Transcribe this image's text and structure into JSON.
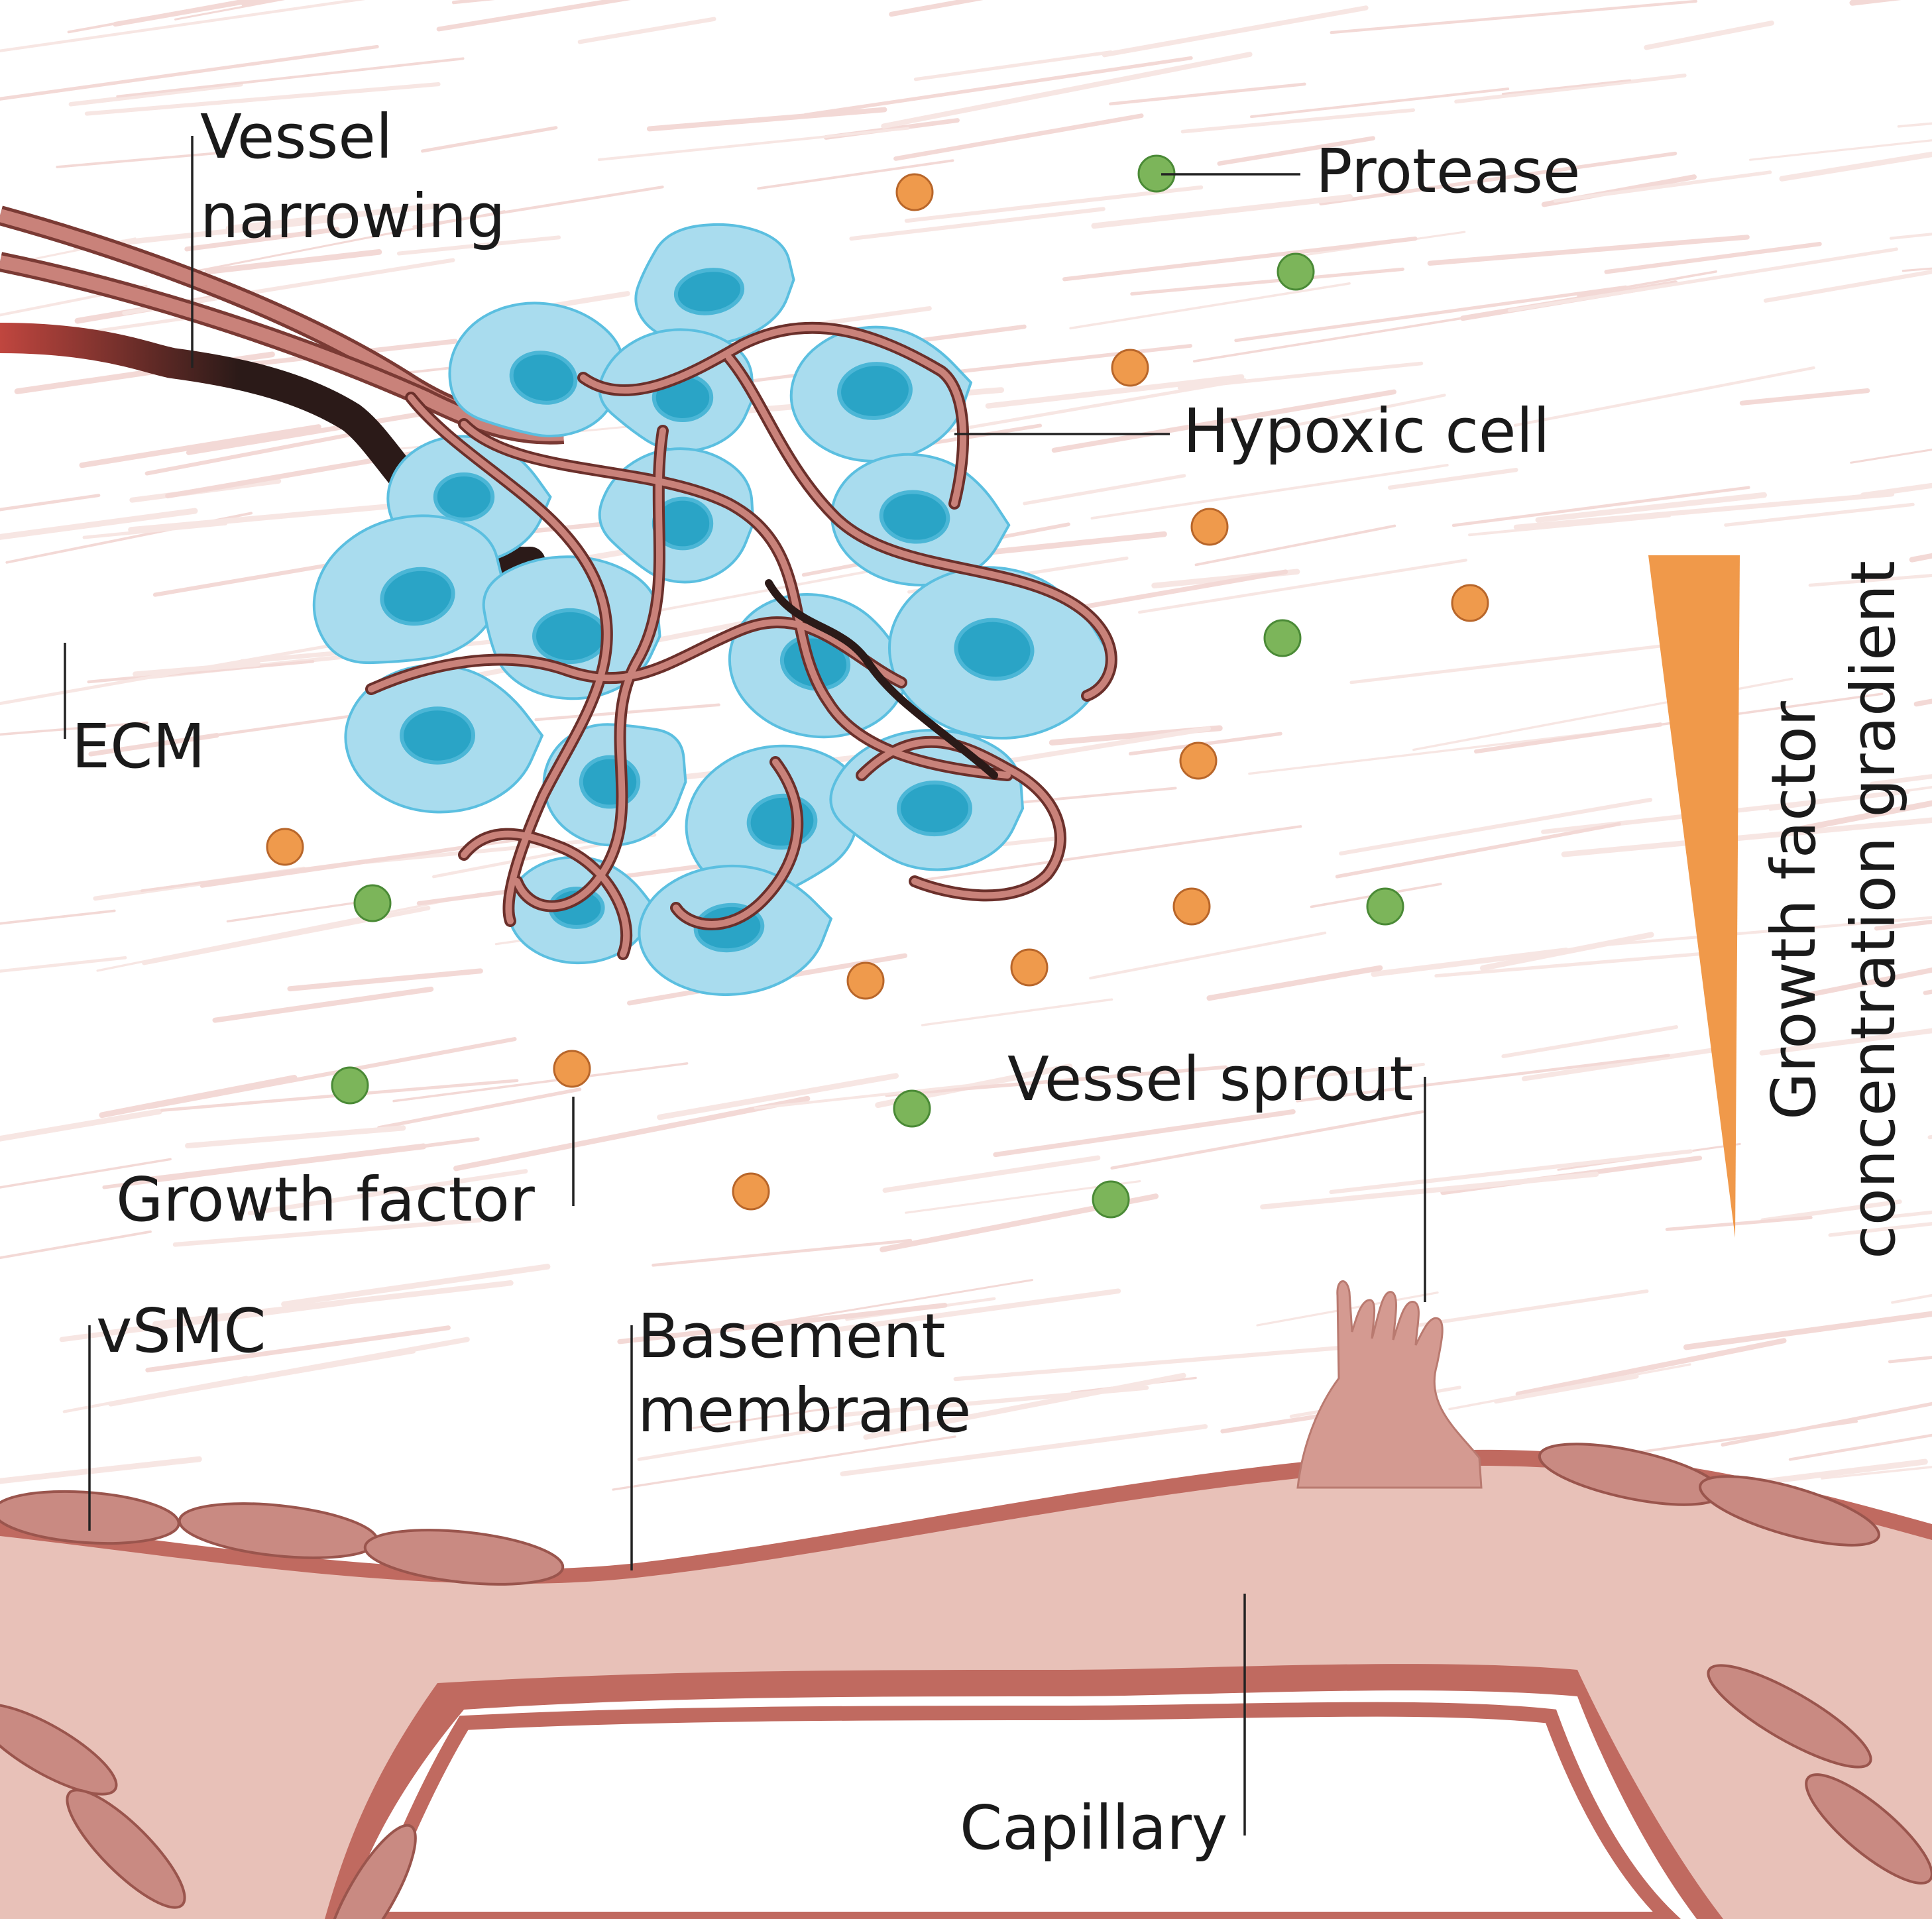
{
  "labels": {
    "vessel_narrowing_line1": "Vessel",
    "vessel_narrowing_line2": "narrowing",
    "protease": "Protease",
    "hypoxic_cell": "Hypoxic cell",
    "ecm": "ECM",
    "growth_factor": "Growth factor",
    "vessel_sprout": "Vessel sprout",
    "vsmc": "vSMC",
    "basement_membrane_line1": "Basement",
    "basement_membrane_line2": "membrane",
    "capillary": "Capillary",
    "gradient_line1": "Growth factor",
    "gradient_line2": "concentration gradient"
  },
  "colors": {
    "growth_factor": "#ef9a4c",
    "protease": "#7cb55a",
    "cell_fill": "#a9dcee",
    "cell_nucleus": "#2aa4c6",
    "vessel_wall": "#c06a60",
    "capillary_lumen": "#e8c1b8",
    "gradient": "#f0994a"
  }
}
